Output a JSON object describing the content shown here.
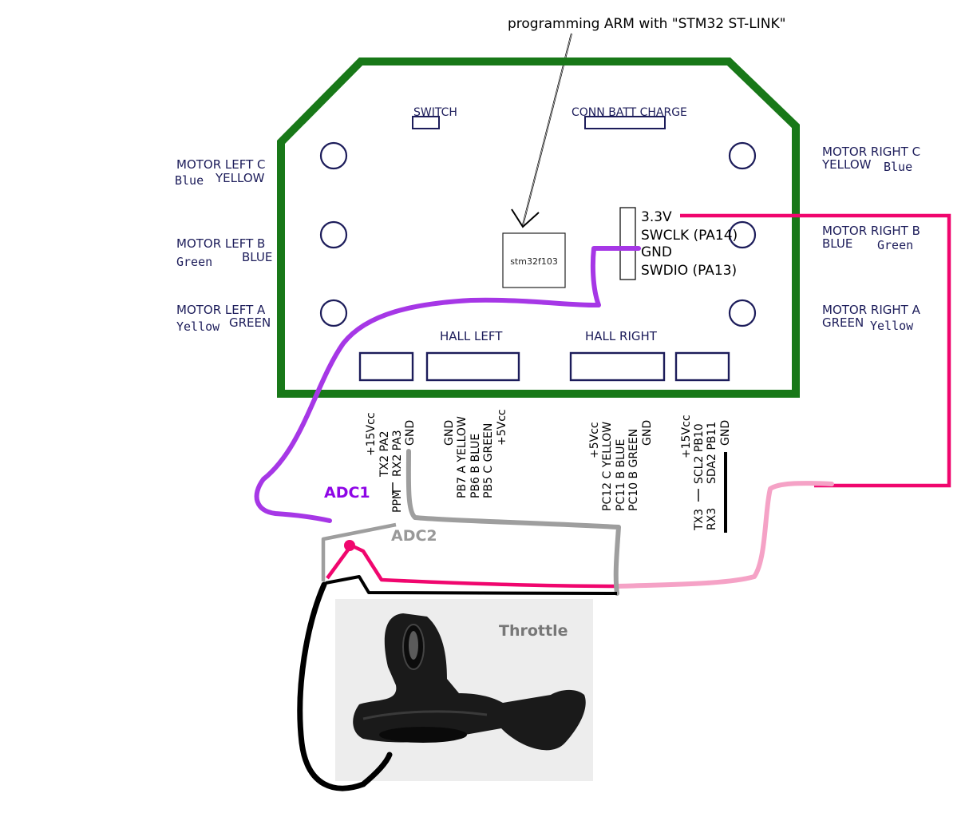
{
  "title": "programming ARM with \"STM32 ST-LINK\"",
  "board": {
    "switch": "SWITCH",
    "conn_batt": "CONN BATT CHARGE",
    "chip": "stm32f103",
    "hall_left": "HALL LEFT",
    "hall_right": "HALL RIGHT",
    "colors": {
      "outline": "#187818",
      "text": "#1c1c5a"
    }
  },
  "motors": {
    "left_c": {
      "name": "MOTOR LEFT C",
      "upper": "YELLOW",
      "wire": "Blue"
    },
    "left_b": {
      "name": "MOTOR LEFT B",
      "upper": "BLUE",
      "wire": "Green"
    },
    "left_a": {
      "name": "MOTOR LEFT A",
      "upper": "GREEN",
      "wire": "Yellow"
    },
    "right_c": {
      "name": "MOTOR RIGHT C",
      "upper": "YELLOW",
      "wire": "Blue"
    },
    "right_b": {
      "name": "MOTOR RIGHT B",
      "upper": "BLUE",
      "wire": "Green"
    },
    "right_a": {
      "name": "MOTOR RIGHT A",
      "upper": "GREEN",
      "wire": "Yellow"
    }
  },
  "stlink": {
    "v33": "3.3V",
    "swclk": "SWCLK (PA14)",
    "gnd": "GND",
    "swdio": "SWDIO (PA13)"
  },
  "pins": {
    "left_conn": {
      "col1": "+15Vcc",
      "col2a": "TX2 PA2",
      "col2b": "PPM",
      "col3a": "RX2 PA3",
      "col3b": "GND"
    },
    "hall_left": [
      "GND",
      "PB7 A YELLOW",
      "PB6 B BLUE",
      "PB5 C GREEN",
      "+5Vcc"
    ],
    "hall_right": [
      "+5Vcc",
      "PC12 C YELLOW",
      "PC11 B BLUE",
      "PC10 B GREEN",
      "GND"
    ],
    "right_conn": {
      "col1": "+15Vcc",
      "col2a": "SCL2 PB10",
      "col2b": "TX3",
      "col3a": "SDA2 PB11",
      "col3b": "RX3",
      "col4": "GND"
    }
  },
  "labels": {
    "adc1": "ADC1",
    "adc2": "ADC2",
    "throttle": "Throttle"
  },
  "wire_colors": {
    "purple": "#a637e6",
    "pink": "#f0066e",
    "light_pink": "#f5a2c6",
    "gray": "#9e9e9e",
    "black": "#000000",
    "adc1": "#8e05e6",
    "adc2": "#999999"
  }
}
